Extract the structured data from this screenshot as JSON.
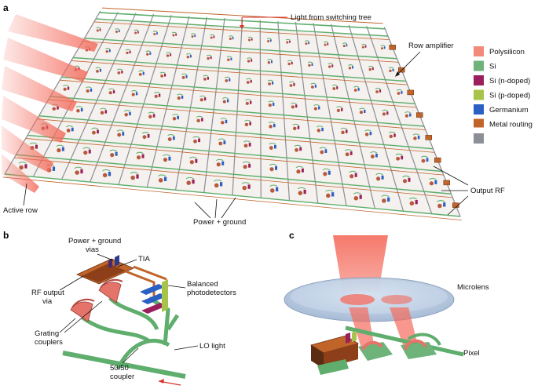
{
  "panels": {
    "a": "a",
    "b": "b",
    "c": "c"
  },
  "panel_a": {
    "light_label": "Light from switching tree",
    "row_amp_label": "Row amplifier",
    "active_row_label": "Active row",
    "power_ground_label": "Power + ground",
    "output_rf_label": "Output RF",
    "grid_rows": 8,
    "grid_cols": 16
  },
  "legend": [
    {
      "label": "Polysilicon",
      "color": "#f28a7a"
    },
    {
      "label": "Si",
      "color": "#6db37a"
    },
    {
      "label": "Si (n-doped)",
      "color": "#9b1f5c"
    },
    {
      "label": "Si (p-doped)",
      "color": "#a8c34a"
    },
    {
      "label": "Germanium",
      "color": "#2a5fc4"
    },
    {
      "label": "Metal routing",
      "color": "#c0642a"
    },
    {
      "label": "",
      "color": "#8b8f96"
    }
  ],
  "panel_b": {
    "power_ground_vias": [
      "Power + ground",
      "vias"
    ],
    "tia": "TIA",
    "balanced_pd": [
      "Balanced",
      "photodetectors"
    ],
    "rf_output_via": [
      "RF output",
      "via"
    ],
    "grating_couplers": [
      "Grating",
      "couplers"
    ],
    "lo_light": "LO light",
    "coupler": [
      "50/50",
      "coupler"
    ]
  },
  "panel_c": {
    "microlens": "Microlens",
    "pixel": "Pixel"
  },
  "colors": {
    "beam": "#f46b5c",
    "waveguide": "#5fae6e",
    "metal": "#c0642a",
    "lens": "#b9cde6"
  }
}
